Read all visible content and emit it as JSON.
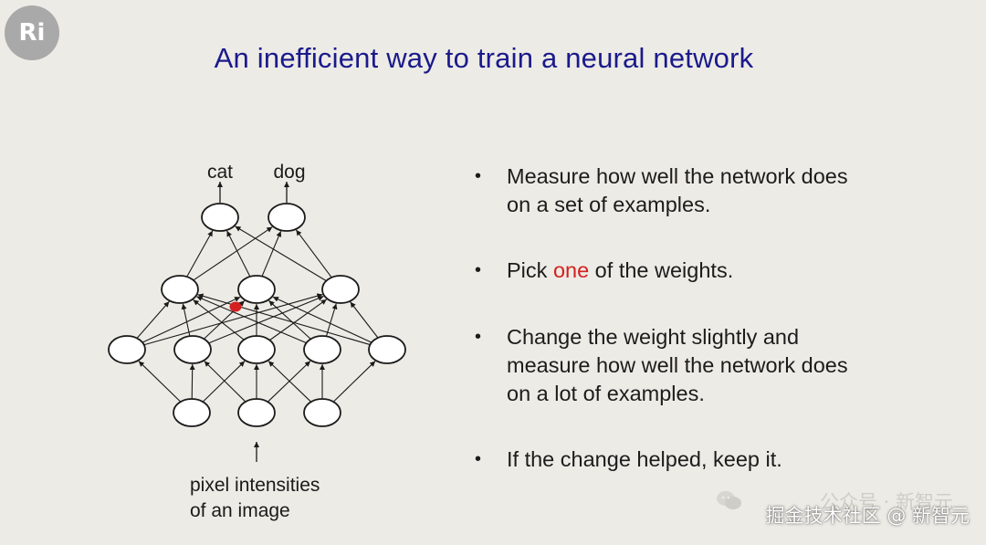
{
  "logo": {
    "text": "Ri"
  },
  "slide": {
    "title": "An inefficient way to train a neural network",
    "diagram": {
      "output_labels": [
        "cat",
        "dog"
      ],
      "input_label_line1": "pixel intensities",
      "input_label_line2": "of an image",
      "layers": [
        {
          "name": "input",
          "count": 3
        },
        {
          "name": "hidden1",
          "count": 5
        },
        {
          "name": "hidden2",
          "count": 3
        },
        {
          "name": "output",
          "count": 2
        }
      ],
      "highlighted_weight_color": "#d42020"
    },
    "bullets": [
      {
        "line1": "Measure how well the network does",
        "line2": "on a set of examples."
      },
      {
        "pre": "Pick ",
        "highlight": "one",
        "post": " of the weights."
      },
      {
        "line1": "Change the weight slightly and",
        "line2": "measure how well the network does",
        "line3": "on a lot of examples."
      },
      {
        "line1": "If the change helped, keep it."
      }
    ]
  },
  "watermark": {
    "faint_text": "公众号 · 新智元",
    "text": "掘金技术社区 @ 新智元",
    "icon": "wechat-icon"
  },
  "colors": {
    "background": "#edebe5",
    "title": "#1a1a8c",
    "highlight": "#d42020",
    "logo_bg": "#a9a9a9"
  }
}
